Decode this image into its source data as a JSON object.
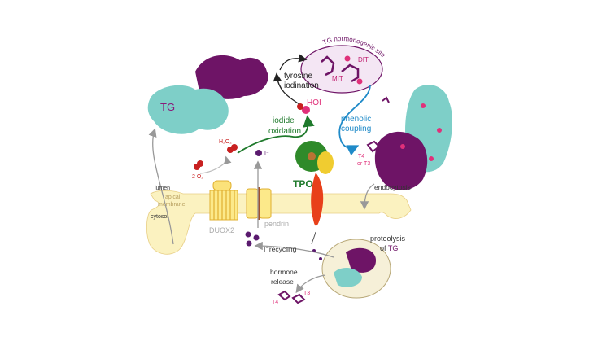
{
  "labels": {
    "tg": "TG",
    "tyrosine": "tyrosine",
    "iodination": "iodination",
    "hormonogenic_site": "TG hormonogenic site",
    "dit": "DIT",
    "mit": "MIT",
    "hoi": "HOI",
    "iodide": "iodide",
    "oxidation": "oxidation",
    "phenolic": "phenolic",
    "coupling": "coupling",
    "h2o2": "H₂O₂",
    "o2": "2 O₂",
    "iodide_ion": "I⁻",
    "tpo": "TPO",
    "t4_or": "T4",
    "or_t3": "or T3",
    "endocytosis": "endocytosis",
    "lumen": "lumen",
    "apical": "apical",
    "membrane": "membrane",
    "cytosol": "cytosol",
    "duox2": "DUOX2",
    "pendrin": "pendrin",
    "recycling": "I⁻recycling",
    "proteolysis": "proteolysis",
    "of": "of ",
    "of_tg": "TG",
    "hormone": "hormone",
    "release": "release",
    "t4": "T4",
    "t3": "T3"
  },
  "colors": {
    "tg_purple": "#6e1466",
    "tg_cyan": "#7ecfc8",
    "membrane": "#fbf2c0",
    "green": "#1f7a2c",
    "blue": "#1f8ac8",
    "pink": "#e0307a",
    "gray": "#999999"
  }
}
